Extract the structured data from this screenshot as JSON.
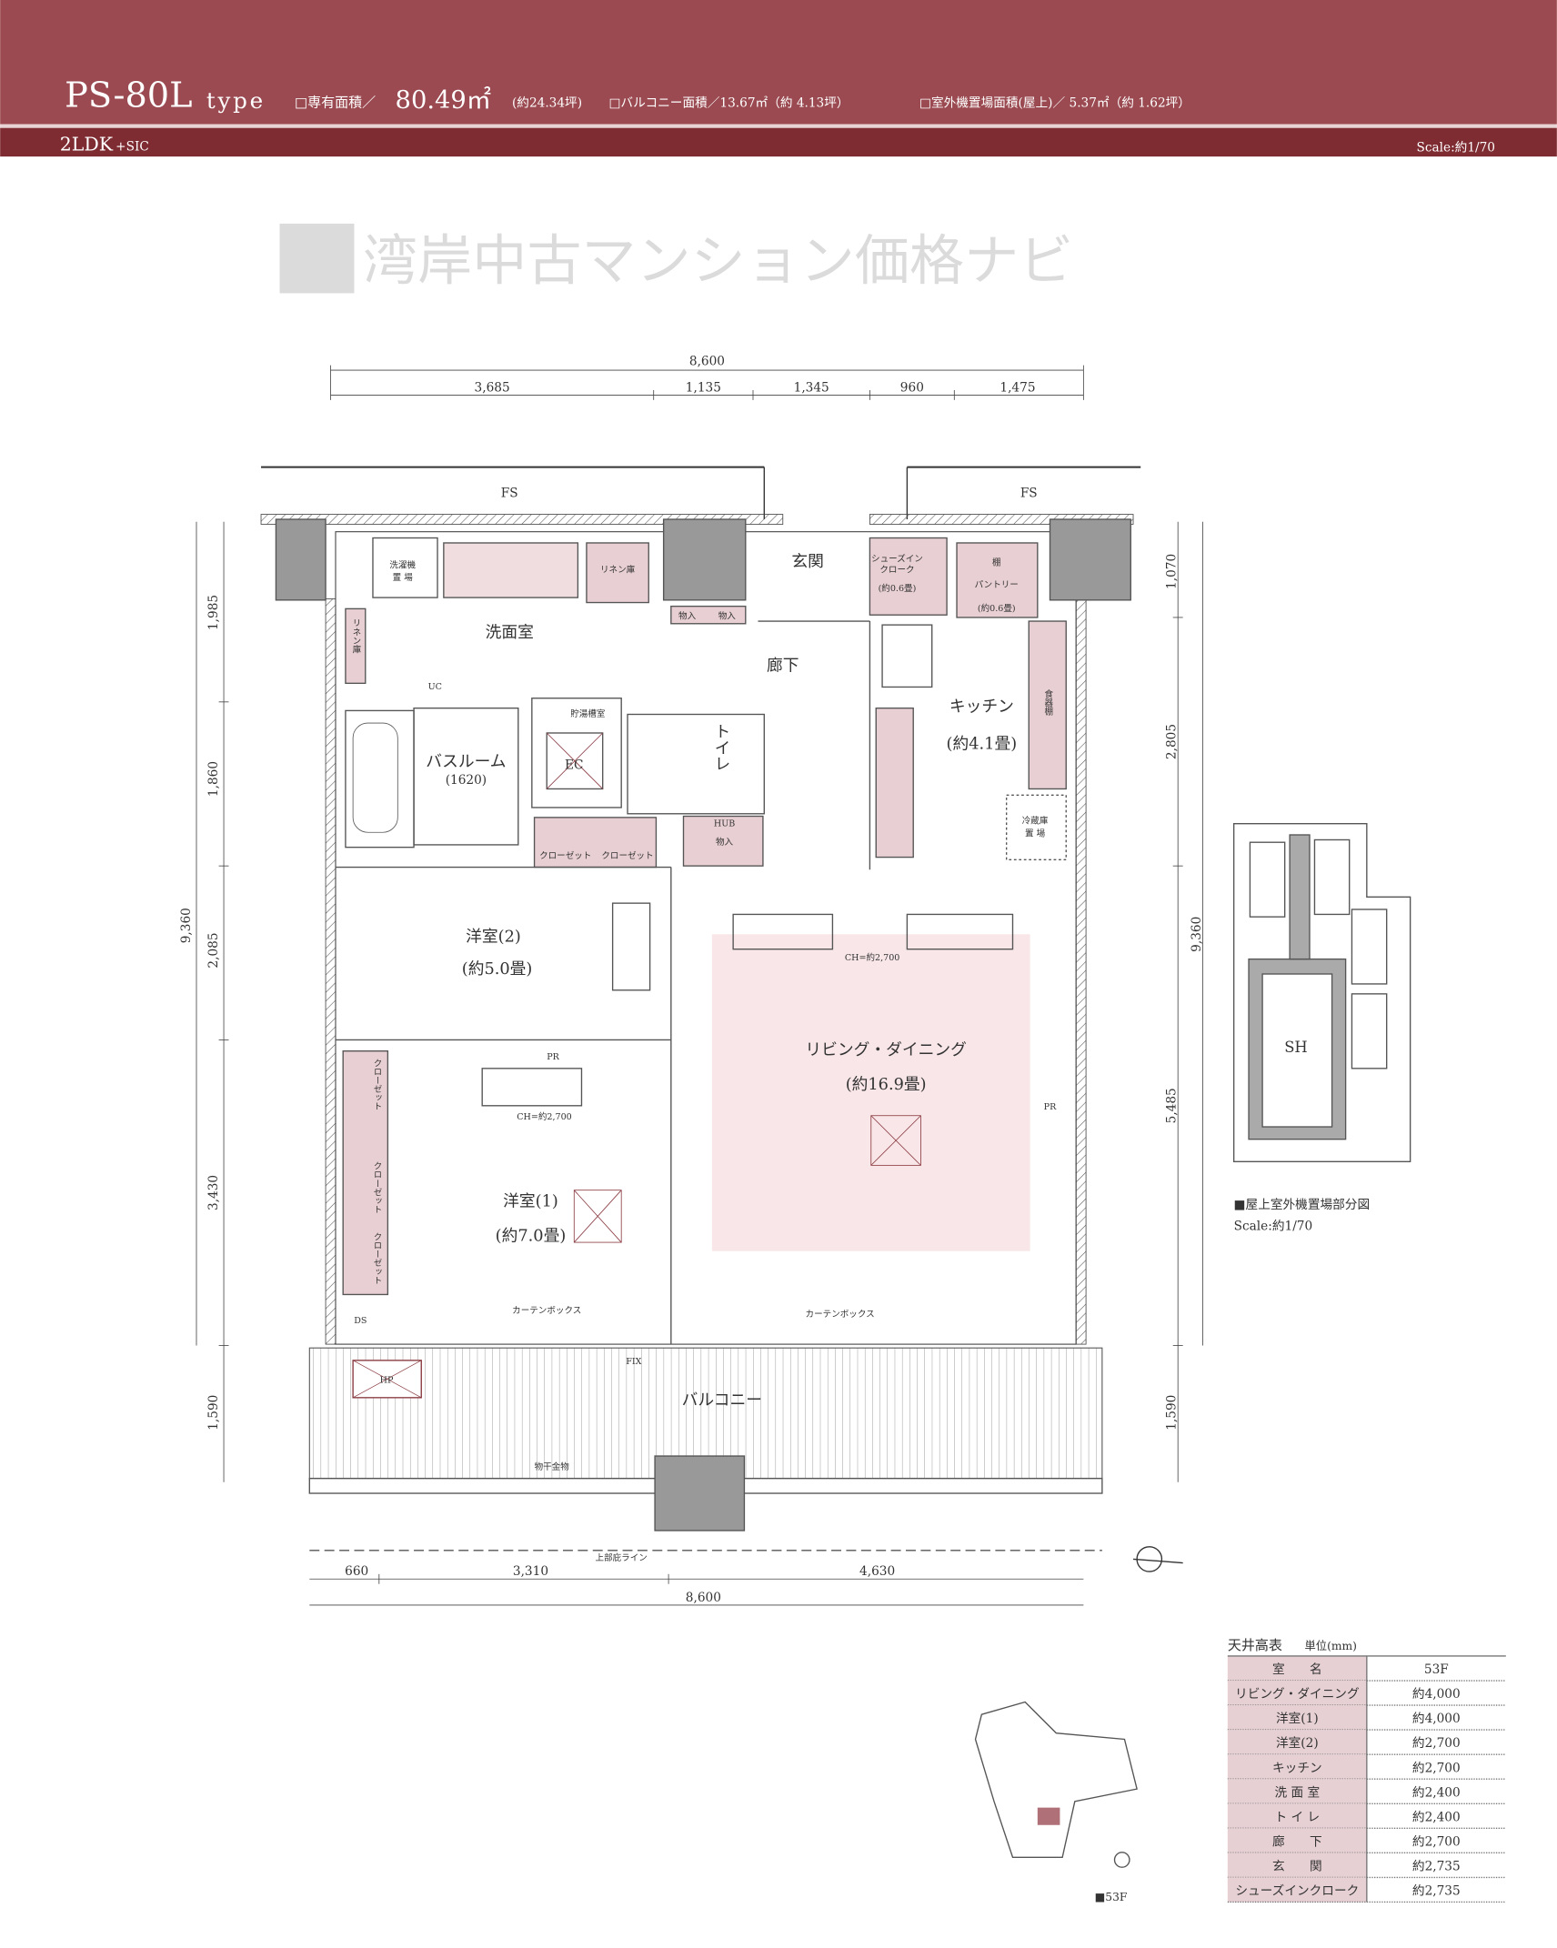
{
  "header": {
    "type_code": "PS-80L",
    "type_suffix": "type",
    "exclusive_area_label": "□専有面積／",
    "exclusive_area_value": "80.49㎡",
    "exclusive_area_tsubo": "(約24.34坪)",
    "balcony_area": "□バルコニー面積／13.67㎡（約 4.13坪）",
    "outdoor_unit_area": "□室外機置場面積(屋上)／ 5.37㎡（約 1.62坪）",
    "layout": "2LDK",
    "layout_suffix": "+SIC",
    "scale": "Scale:約1/70",
    "color": "#8a3a40"
  },
  "dimensions": {
    "top_total": "8,600",
    "top": [
      "3,685",
      "1,135",
      "1,345",
      "960",
      "1,475"
    ],
    "bottom": [
      "660",
      "3,310",
      "4,630"
    ],
    "bottom_total": "8,600",
    "left_total": "9,360",
    "left": [
      "1,985",
      "1,860",
      "2,085",
      "3,430",
      "1,590"
    ],
    "right_total": "9,360",
    "right": [
      "1,070",
      "2,805",
      "5,485",
      "1,590"
    ]
  },
  "rooms": {
    "fs": "FS",
    "laundry": [
      "洗濯機",
      "置 場"
    ],
    "washroom": "洗面室",
    "linen": "リネン庫",
    "linen_v": "リネン庫",
    "entrance": "玄関",
    "shoes": [
      "シューズイン",
      "クローク",
      "(約0.6畳)"
    ],
    "shelf": "棚",
    "pantry": [
      "パントリー",
      "(約0.6畳)"
    ],
    "storage": "物入",
    "hallway": "廊下",
    "kitchen": "キッチン",
    "kitchen_size": "(約4.1畳)",
    "dish_shelf": "食器棚",
    "fridge": [
      "冷蔵庫",
      "置 場"
    ],
    "water_heater": "貯湯槽室",
    "ec": "EC",
    "toilet": "トイレ",
    "bath": "バスルーム",
    "bath_size": "(1620)",
    "uc": "UC",
    "closet": "クローゼット",
    "hub": "HUB",
    "western2": "洋室(2)",
    "western2_size": "(約5.0畳)",
    "ch": "CH=約2,700",
    "living": "リビング・ダイニング",
    "living_size": "(約16.9畳)",
    "pr": "PR",
    "western1": "洋室(1)",
    "western1_size": "(約7.0畳)",
    "curtain_box": "カーテンボックス",
    "ds": "DS",
    "hp": "HP",
    "fix": "FIX",
    "balcony": "バルコニー",
    "drying": "物干金物",
    "eaves": "上部庇ライン"
  },
  "roof_plan": {
    "sh": "SH",
    "caption": "■屋上室外機置場部分図",
    "scale": "Scale:約1/70"
  },
  "key_plan": {
    "floor": "■53F"
  },
  "watermark": "湾岸中古マンション価格ナビ",
  "ceiling_table": {
    "title": "天井高表",
    "unit": "単位(mm)",
    "header": [
      "室　　名",
      "53F"
    ],
    "rows": [
      [
        "リビング・ダイニング",
        "約4,000"
      ],
      [
        "洋室(1)",
        "約4,000"
      ],
      [
        "洋室(2)",
        "約2,700"
      ],
      [
        "キッチン",
        "約2,700"
      ],
      [
        "洗 面 室",
        "約2,400"
      ],
      [
        "ト イ レ",
        "約2,400"
      ],
      [
        "廊　　下",
        "約2,700"
      ],
      [
        "玄　　関",
        "約2,735"
      ],
      [
        "シューズインクローク",
        "約2,735"
      ]
    ]
  }
}
